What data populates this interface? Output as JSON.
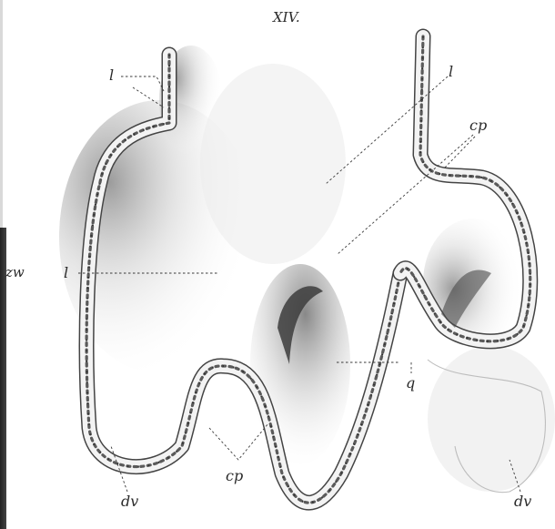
{
  "figure": {
    "plate_number": "XIV.",
    "labels": {
      "l_top_left": "l",
      "l_top_right": "l",
      "l_mid_left": "l",
      "cp_top": "cp",
      "cp_bottom": "cp",
      "zw": "zw",
      "q": "q",
      "dv_left": "dv",
      "dv_right": "dv"
    }
  }
}
